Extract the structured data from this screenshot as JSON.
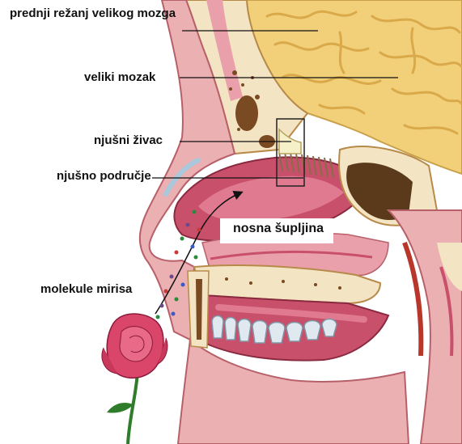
{
  "labels": {
    "frontal_lobe": "prednji režanj velikog mozga",
    "cerebrum": "veliki mozak",
    "olfactory_nerve": "njušni živac",
    "olfactory_area": "njušno područje",
    "nasal_cavity": "nosna šupljina",
    "odor_molecules": "molekule mirisa"
  },
  "colors": {
    "brain": "#f2d07a",
    "brain_fold": "#d9a94a",
    "tissue": "#e9a0aa",
    "mucosa": "#c9506a",
    "mucosa_light": "#e07a90",
    "bone": "#f3e4c4",
    "bone_spongy": "#7a4a22",
    "sinus": "#5a3a1a",
    "nerve": "#f5f0c8",
    "teeth": "#dfe9ef",
    "flower": "#d9466a",
    "stem": "#2f7d2a"
  }
}
